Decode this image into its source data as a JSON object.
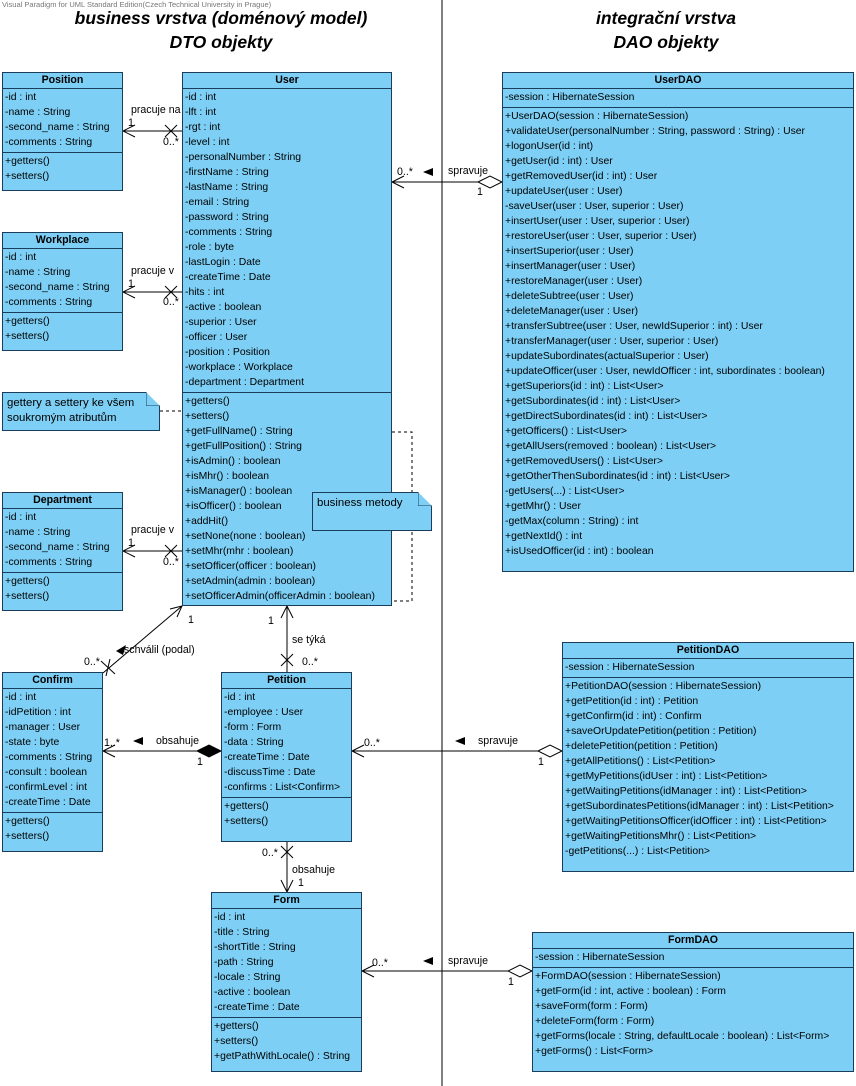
{
  "watermark": "Visual Paradigm for UML Standard Edition(Czech Technical University in Prague)",
  "headings": {
    "left_line1": "business vrstva (doménový model)",
    "left_line2": "DTO objekty",
    "right_line1": "integrační vrstva",
    "right_line2": "DAO objekty"
  },
  "classes": {
    "position": {
      "name": "Position",
      "attrs": [
        "-id : int",
        "-name : String",
        "-second_name : String",
        "-comments : String"
      ],
      "ops": [
        "+getters()",
        "+setters()"
      ]
    },
    "workplace": {
      "name": "Workplace",
      "attrs": [
        "-id : int",
        "-name : String",
        "-second_name : String",
        "-comments : String"
      ],
      "ops": [
        "+getters()",
        "+setters()"
      ]
    },
    "department": {
      "name": "Department",
      "attrs": [
        "-id : int",
        "-name : String",
        "-second_name : String",
        "-comments : String"
      ],
      "ops": [
        "+getters()",
        "+setters()"
      ]
    },
    "user": {
      "name": "User",
      "attrs": [
        "-id : int",
        "-lft : int",
        "-rgt : int",
        "-level : int",
        "-personalNumber : String",
        "-firstName : String",
        "-lastName : String",
        "-email : String",
        "-password : String",
        "-comments : String",
        "-role : byte",
        "-lastLogin : Date",
        "-createTime : Date",
        "-hits : int",
        "-active : boolean",
        "-superior : User",
        "-officer : User",
        "-position : Position",
        "-workplace : Workplace",
        "-department : Department"
      ],
      "ops": [
        "+getters()",
        "+setters()",
        "+getFullName() : String",
        "+getFullPosition() : String",
        "+isAdmin() : boolean",
        "+isMhr() : boolean",
        "+isManager() : boolean",
        "+isOfficer() : boolean",
        "+addHit()",
        "+setNone(none : boolean)",
        "+setMhr(mhr : boolean)",
        "+setOfficer(officer : boolean)",
        "+setAdmin(admin : boolean)",
        "+setOfficerAdmin(officerAdmin : boolean)"
      ]
    },
    "confirm": {
      "name": "Confirm",
      "attrs": [
        "-id : int",
        "-idPetition : int",
        "-manager : User",
        "-state : byte",
        "-comments : String",
        "-consult : boolean",
        "-confirmLevel : int",
        "-createTime : Date"
      ],
      "ops": [
        "+getters()",
        "+setters()"
      ]
    },
    "petition": {
      "name": "Petition",
      "attrs": [
        "-id : int",
        "-employee : User",
        "-form : Form",
        "-data : String",
        "-createTime : Date",
        "-discussTime : Date",
        "-confirms : List<Confirm>"
      ],
      "ops": [
        "+getters()",
        "+setters()"
      ]
    },
    "form": {
      "name": "Form",
      "attrs": [
        "-id : int",
        "-title : String",
        "-shortTitle : String",
        "-path : String",
        "-locale : String",
        "-active : boolean",
        "-createTime : Date"
      ],
      "ops": [
        "+getters()",
        "+setters()",
        "+getPathWithLocale() : String"
      ]
    },
    "userdao": {
      "name": "UserDAO",
      "attrs": [
        "-session : HibernateSession"
      ],
      "ops": [
        "+UserDAO(session : HibernateSession)",
        "+validateUser(personalNumber : String, password : String) : User",
        "+logonUser(id : int)",
        "+getUser(id : int) : User",
        "+getRemovedUser(id : int) : User",
        "+updateUser(user : User)",
        "-saveUser(user : User, superior : User)",
        "+insertUser(user : User, superior : User)",
        "+restoreUser(user : User, superior : User)",
        "+insertSuperior(user : User)",
        "+insertManager(user : User)",
        "+restoreManager(user : User)",
        "+deleteSubtree(user : User)",
        "+deleteManager(user : User)",
        "+transferSubtree(user : User, newIdSuperior : int) : User",
        "+transferManager(user : User, superior : User)",
        "+updateSubordinates(actualSuperior : User)",
        "+updateOfficer(user : User, newIdOfficer : int, subordinates : boolean)",
        "+getSuperiors(id : int) : List<User>",
        "+getSubordinates(id : int) : List<User>",
        "+getDirectSubordinates(id : int) : List<User>",
        "+getOfficers() : List<User>",
        "+getAllUsers(removed : boolean) : List<User>",
        "+getRemovedUsers() : List<User>",
        "+getOtherThenSubordinates(id : int) : List<User>",
        "-getUsers(...) : List<User>",
        "+getMhr() : User",
        "-getMax(column : String) : int",
        "+getNextId() : int",
        "+isUsedOfficer(id : int) : boolean"
      ]
    },
    "petitiondao": {
      "name": "PetitionDAO",
      "attrs": [
        "-session : HibernateSession"
      ],
      "ops": [
        "+PetitionDAO(session : HibernateSession)",
        "+getPetition(id : int) : Petition",
        "+getConfirm(id : int) : Confirm",
        "+saveOrUpdatePetition(petition : Petition)",
        "+deletePetition(petition : Petition)",
        "+getAllPetitions() : List<Petition>",
        "+getMyPetitions(idUser : int) : List<Petition>",
        "+getWaitingPetitions(idManager : int) : List<Petition>",
        "+getSubordinatesPetitions(idManager : int) : List<Petition>",
        "+getWaitingPetitionsOfficer(idOfficer : int) : List<Petition>",
        "+getWaitingPetitionsMhr() : List<Petition>",
        "-getPetitions(...) : List<Petition>"
      ]
    },
    "formdao": {
      "name": "FormDAO",
      "attrs": [
        "-session : HibernateSession"
      ],
      "ops": [
        "+FormDAO(session : HibernateSession)",
        "+getForm(id : int, active : boolean) : Form",
        "+saveForm(form : Form)",
        "+deleteForm(form : Form)",
        "+getForms(locale : String, defaultLocale : boolean) : List<Form>",
        "+getForms() : List<Form>"
      ]
    }
  },
  "notes": {
    "getters": [
      "gettery a settery ke všem",
      "soukromým atributům"
    ],
    "business": [
      "business metody"
    ]
  },
  "labels": {
    "pos_assoc": "pracuje na",
    "pos_one": "1",
    "pos_many": "0..*",
    "wp_assoc": "pracuje v",
    "wp_one": "1",
    "wp_many": "0..*",
    "dep_assoc": "pracuje v",
    "dep_one": "1",
    "dep_many": "0..*",
    "udao_assoc": "spravuje",
    "udao_many": "0..*",
    "udao_one": "1",
    "conf_assoc": "schválil (podal)",
    "conf_many": "0..*",
    "conf_one": "1",
    "pet_assoc": "se týká",
    "pet_one": "1",
    "pet_many": "0..*",
    "cp_assoc": "obsahuje",
    "cp_many": "1..*",
    "cp_one": "1",
    "pdao_assoc": "spravuje",
    "pdao_many": "0..*",
    "pdao_one": "1",
    "pf_assoc": "obsahuje",
    "pf_many": "0..*",
    "pf_one": "1",
    "fdao_assoc": "spravuje",
    "fdao_many": "0..*",
    "fdao_one": "1"
  }
}
